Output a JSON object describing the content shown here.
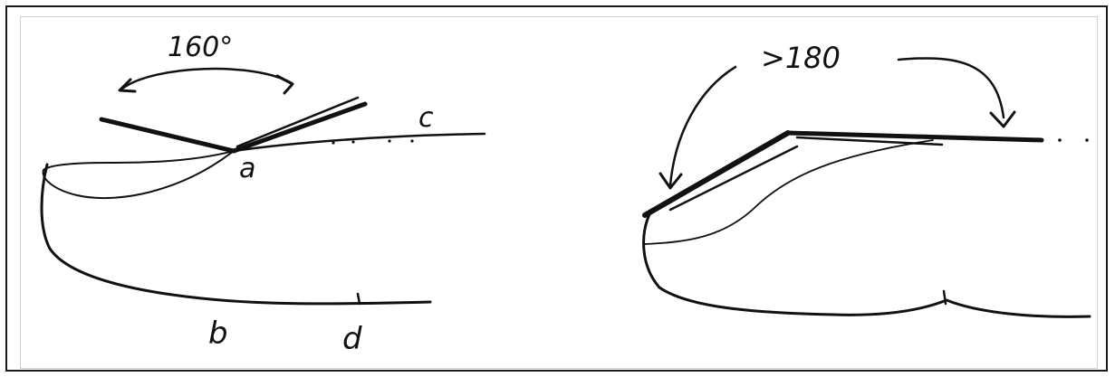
{
  "left_figure": {
    "angle_label": "160°",
    "point_a": "a",
    "point_b": "b",
    "point_c": "c",
    "point_d": "d"
  },
  "right_figure": {
    "angle_label": ">180"
  }
}
